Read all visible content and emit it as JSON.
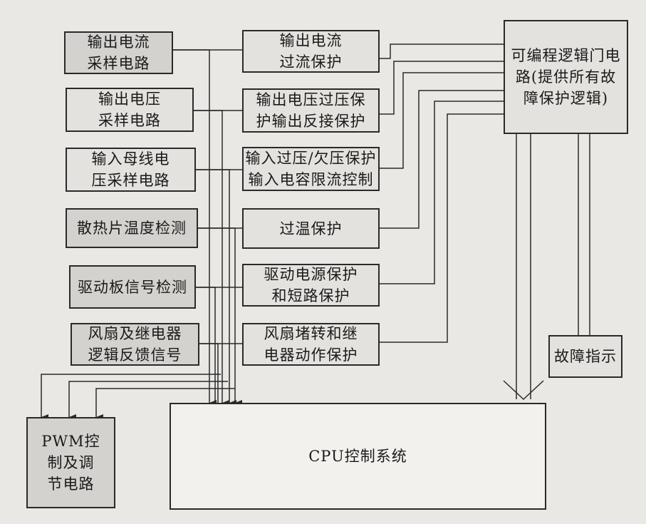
{
  "sampling_blocks": [
    {
      "id": "out-current-sampling",
      "label": "输出电流\n采样电路"
    },
    {
      "id": "out-voltage-sampling",
      "label": "输出电压\n采样电路"
    },
    {
      "id": "bus-voltage-sampling",
      "label": "输入母线电\n压采样电路"
    },
    {
      "id": "heatsink-temp",
      "label": "散热片温度检测"
    },
    {
      "id": "driver-signal",
      "label": "驱动板信号检测"
    },
    {
      "id": "fan-relay-feedback",
      "label": "风扇及继电器\n逻辑反馈信号"
    }
  ],
  "protection_blocks": [
    {
      "id": "overcurrent",
      "label": "输出电流\n过流保护"
    },
    {
      "id": "overvoltage",
      "label": "输出电压过压保\n护输出反接保护"
    },
    {
      "id": "input-protection",
      "label": "输入过压/欠压保护\n输入电容限流控制"
    },
    {
      "id": "overtemp",
      "label": "过温保护"
    },
    {
      "id": "driver-power",
      "label": "驱动电源保护\n和短路保护"
    },
    {
      "id": "fan-stall",
      "label": "风扇堵转和继\n电器动作保护"
    }
  ],
  "logic_block": {
    "label": "可编程逻辑门电\n路(提供所有故\n障保护逻辑)"
  },
  "fault_indicator": {
    "label": "故障指示"
  },
  "pwm_block": {
    "label": "PWM控\n制及调\n节电路"
  },
  "cpu_block": {
    "label": "CPU控制系统"
  },
  "colors": {
    "line": "#2a2a2a",
    "background": "#e9e8e4"
  }
}
